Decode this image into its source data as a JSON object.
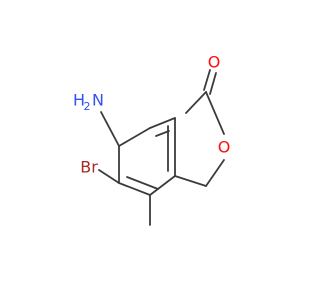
{
  "molecule": {
    "atoms": {
      "carbonyl_o": {
        "label": "O",
        "color": "#ff0d0d"
      },
      "ring_o": {
        "label": "O",
        "color": "#ff0d0d"
      },
      "bromine": {
        "label": "Br",
        "color": "#a62929"
      },
      "amine_h": {
        "label": "H",
        "color": "#3050f8"
      },
      "amine_sub": {
        "label": "2",
        "color": "#3050f8"
      },
      "amine_n": {
        "label": "N",
        "color": "#3050f8"
      }
    },
    "bond_color": "#3b3b3b"
  }
}
